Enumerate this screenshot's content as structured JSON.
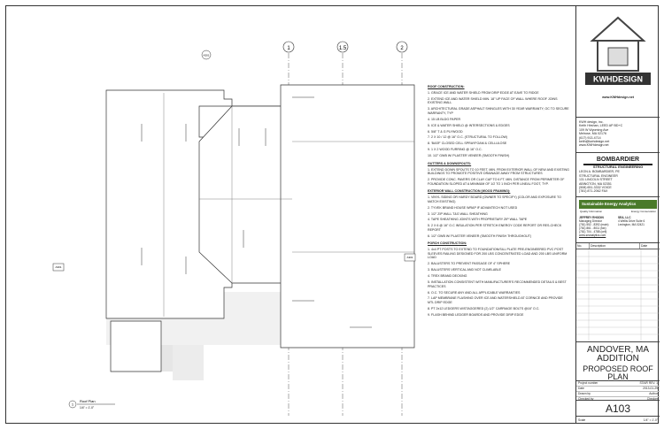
{
  "drawing": {
    "grid_labels": [
      "1",
      "1.5",
      "2"
    ],
    "view_title": "Roof Plan",
    "view_scale": "1/4\" = 1'-0\"",
    "view_number": "1",
    "section_marker_top": "A301",
    "elevation_marker_left": "A301",
    "elevation_marker_right": "A301"
  },
  "notes": {
    "roof_heading": "ROOF CONSTRUCTION:",
    "roof_items": [
      "1. GRACE ICE AND WATER SHIELD FROM DRIP EDGE AT EAVE TO RIDGE",
      "2. EXTEND ICE AND WATER SHIELD MIN. 18\" UP FACE OF WALL WHERE ROOF JOINS EXISTING WALL",
      "3. ARCHITECTURAL GRADE ASPHALT SHINGLES WITH 30 YEAR WARRANTY, OC TO SECURE WARRANTY, TYP",
      "4. 15 LB BLDG PAPER",
      "5. ICE & WATER SHIELD @ INTERSECTIONS & EDGES",
      "6. 5/8\" T & G PLYWOOD",
      "7. 2 X 10 / 12 @ 16\" O.C. (STRUCTURAL TO FOLLOW)",
      "8. 'BASF' CLOSED CELL SPRAYFOAM & CELLULOSE",
      "9. 1 X 2 WOOD FURRING @ 16\" O.C.",
      "10. 1/2\" GWB W/ PLASTER VENEER (SMOOTH FINISH)"
    ],
    "gutters_heading": "GUTTERS & DOWNSPOUTS:",
    "gutters_items": [
      "1. EXTEND DOWN SPOUTS TO 10 FEET, MIN. FROM EXTERIOR WALL OF NEW AND EXISTING BUILDINGS TO PROMOTE POSITIVE DRAINAGE AWAY FROM STRUCTURES",
      "2. PROVIDE CONC. PAVERS OR CLAY CAP TO 6 FT. MIN. DISTANCE FROM PERIMETER OF FOUNDATION SLOPED AT A MINIMUM OF 1/2 TO 1 INCH PER LINEAL FOOT, TYP."
    ],
    "exterior_heading": "EXTERIOR WALL CONSTRUCTION (WOOD FRAMING):",
    "exterior_items": [
      "1. VINYL SIDING OR HARDY BOARD (OWNER TO SPECIFY) (COLOR AND EXPOSURE TO MATCH EXISTING)",
      "2. TYVEK BRAND HOUSE WRAP IF ADVANTECH NOT USED",
      "3. 1/2\" ZIP WALL T&G WALL SHEATHING",
      "4. TAPE SHEATHING JOINTS WITH PROPRIETARY ZIP WALL TAPE",
      "5. 2 X 6 @ 16\" O.C INSULATION PER STRETCH ENERGY CODE REPORT OR RES-CHECK REPORT",
      "6. 1/2\" GWB W/ PLASTER VENEER (SMOOTH FINISH THROUGHOUT)"
    ],
    "porch_heading": "PORCH CONSTRUCTION:",
    "porch_items": [
      "1. 4x4 PT POSTS TO EXTEND TO FOUNDATION/SILL PLATE PRE-ENGINEERED PVC POST SLEEVES RAILING DESIGNED FOR 200 LBS CONCENTRATED LOAD AND 200 LBS UNIFORM LOAD",
      "2. BALUSTERS TO PREVENT PASSAGE OF 4\" SPHERE",
      "3. BALUSTERS VERTICAL AND NOT CLIMB-ABLE",
      "4. TREX BRAND DECKING",
      "5. INSTALLATION CONSISTENT WITH MANUFACTURER'S RECOMMENDED DETAILS & BEST PRACTICES",
      "6. O.C. TO SECURE ANY AND ALL APPLICABLE WARRANTIES",
      "7. LAP MEMBRANE FLASHING OVER ICE AND WATERSHIELD AT CORNICE AND PROVIDE MTL DRIP EDGE",
      "8. PT 2x12 LEDGERS W/STAGGERED (2) 1/2\" CARRIAGE BOLTS @16\" O.C.",
      "9. FLASH BEHIND LEDGER BOARDS AND PROVIDE DRIP EDGE"
    ]
  },
  "title_block": {
    "logo_text": "KWHDESIGN",
    "website": "www.KWHdesign.net",
    "architect": [
      "KWH design, inc.",
      "Keith Hirshan, LEED AP BD+C",
      "109 W Wyoming Ave",
      "Melrose, MA 02176",
      "(617) 913-4714",
      "keith@kwhdesign.net",
      "www.KWHdesign.net"
    ],
    "engineer_brand": "BOMBARDIER",
    "engineer_sub": "STRUCTURAL ENGINEERING",
    "engineer_lines": [
      "LEON A. BOMBARDIER, PE",
      "STRUCTURAL ENGINEER",
      "131 LINCOLN STREET",
      "ABINGTON, MA 02351",
      "(508) 651-3332 VOICE",
      "(781) 871-2062 FAX"
    ],
    "energy_brand": "Sustainable Energy Analytics",
    "energy_tagline": [
      "Quality Information",
      "Energy Conservation"
    ],
    "energy_contact": [
      "JEFFREY RHODIN",
      "SEA, LLC",
      "Managing Director",
      "4 Wellis Drive Suite 6",
      "(781) 552 - 8392 (main)",
      "Lexington, MA 02421",
      "(781) 861 - 8011 (fax)",
      "(781) 704 - 4788 (cell)",
      "www.seanalytics.com"
    ],
    "revision_headers": [
      "No.",
      "Description",
      "Date"
    ],
    "project_city": "ANDOVER, MA",
    "project_scope": "ADDITION",
    "sheet_title": "PROPOSED ROOF PLAN",
    "fields": [
      {
        "label": "Project number",
        "value": "STAIR REV. 1"
      },
      {
        "label": "Date",
        "value": "2013-01-29"
      },
      {
        "label": "Drawn by",
        "value": "Author"
      },
      {
        "label": "Checked by",
        "value": "Checker"
      }
    ],
    "sheet_number": "A103",
    "scale_label": "Scale",
    "scale_value": "1/4\" = 1'-0\""
  }
}
